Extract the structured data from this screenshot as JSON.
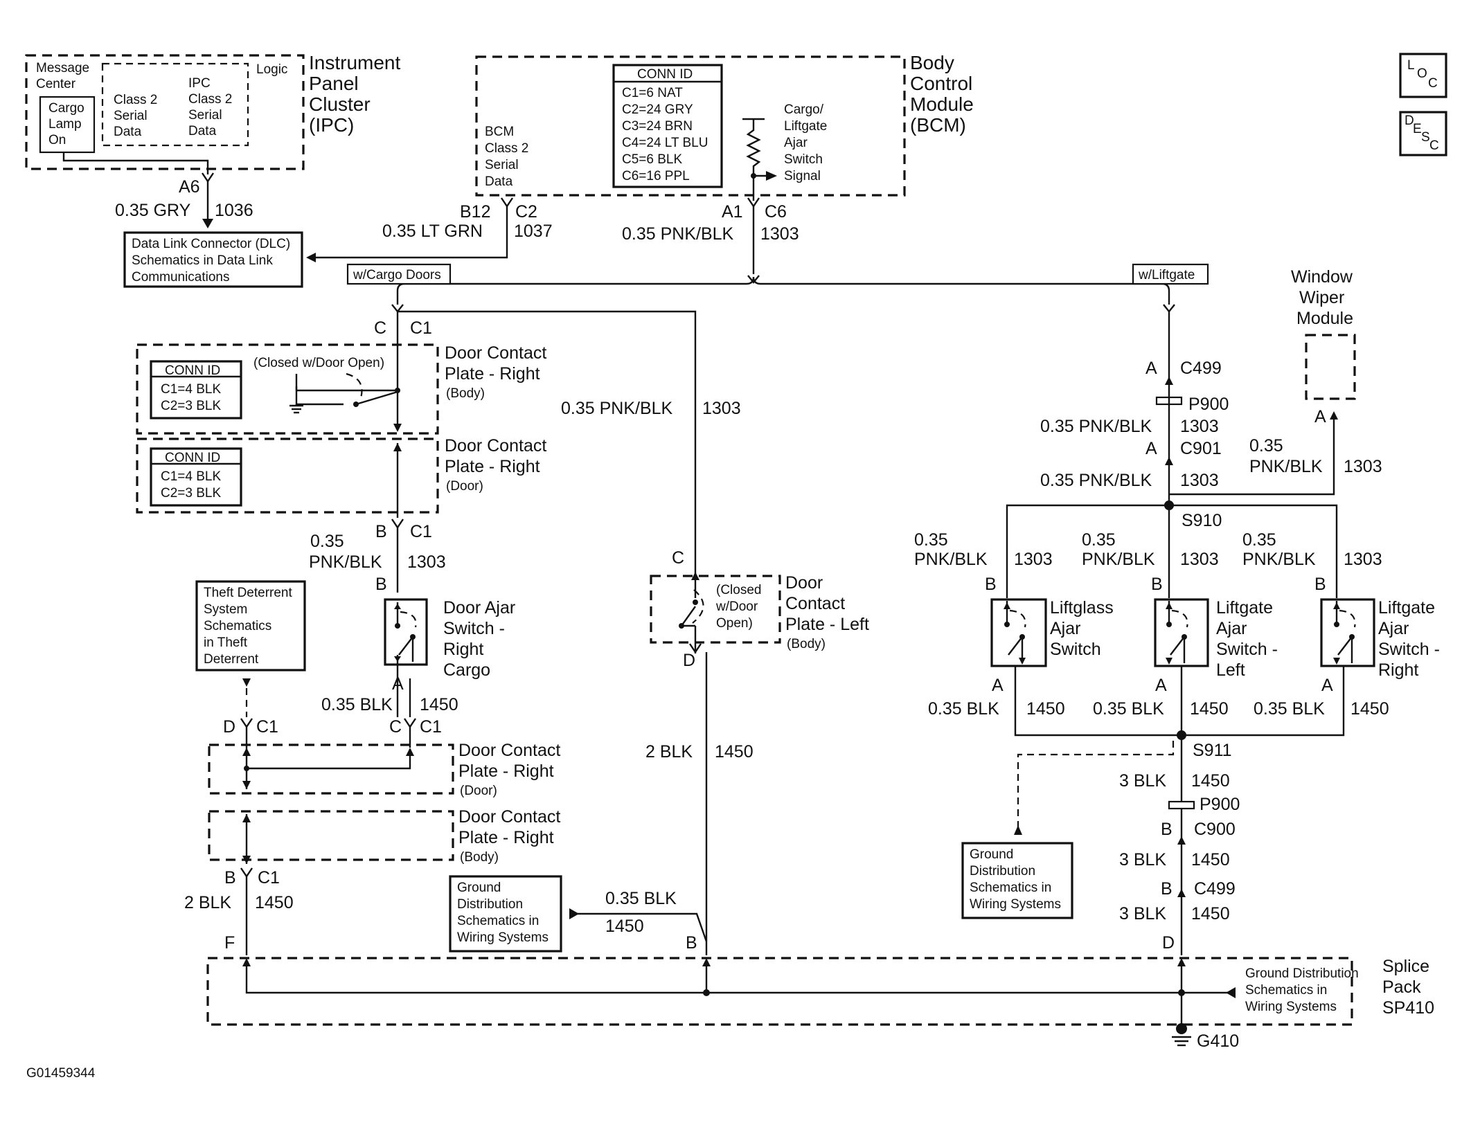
{
  "ipc": {
    "message_center_l1": "Message",
    "message_center_l2": "Center",
    "cargo_lamp_l1": "Cargo",
    "cargo_lamp_l2": "Lamp",
    "cargo_lamp_l3": "On",
    "logic": "Logic",
    "left_l1": "Class 2",
    "left_l2": "Serial",
    "left_l3": "Data",
    "right_l1": "IPC",
    "right_l2": "Class 2",
    "right_l3": "Serial",
    "right_l4": "Data",
    "title_l1": "Instrument",
    "title_l2": "Panel",
    "title_l3": "Cluster",
    "title_l4": "(IPC)"
  },
  "w_ipc": {
    "pin": "A6",
    "wire": "0.35 GRY",
    "circuit": "1036"
  },
  "dlc": {
    "l1": "Data Link Connector (DLC)",
    "l2": "Schematics in Data Link",
    "l3": "Communications"
  },
  "bcm": {
    "title_l1": "Body",
    "title_l2": "Control",
    "title_l3": "Module",
    "title_l4": "(BCM)",
    "serial_l1": "BCM",
    "serial_l2": "Class 2",
    "serial_l3": "Serial",
    "serial_l4": "Data",
    "conn_title": "CONN ID",
    "conn_rows": [
      "C1=6 NAT",
      "C2=24 GRY",
      "C3=24 BRN",
      "C4=24 LT BLU",
      "C5=6 BLK",
      "C6=16 PPL"
    ],
    "signal_l1": "Cargo/",
    "signal_l2": "Liftgate",
    "signal_l3": "Ajar",
    "signal_l4": "Switch",
    "signal_l5": "Signal"
  },
  "w_bcm_c2": {
    "pin": "B12",
    "conn": "C2",
    "wire": "0.35 LT GRN",
    "circuit": "1037"
  },
  "w_bcm_c6": {
    "pin": "A1",
    "conn": "C6",
    "wire": "0.35 PNK/BLK",
    "circuit": "1303"
  },
  "icons": {
    "loc_l": "L",
    "loc_o": "O",
    "loc_c": "C",
    "desc_d": "D",
    "desc_e": "E",
    "desc_s": "S",
    "desc_c": "C"
  },
  "options": {
    "cargo_doors": "w/Cargo Doors",
    "liftgate": "w/Liftgate"
  },
  "left": {
    "c_top_pin": "C",
    "c_top_conn": "C1",
    "dcp1_conn_title": "CONN ID",
    "dcp1_c1": "C1=4 BLK",
    "dcp1_c2": "C2=3 BLK",
    "dcp1_note": "(Closed w/Door Open)",
    "dcp1_l1": "Door Contact",
    "dcp1_l2": "Plate - Right",
    "dcp1_l3": "(Body)",
    "dcp2_conn_title": "CONN ID",
    "dcp2_c1": "C1=4 BLK",
    "dcp2_c2": "C2=3 BLK",
    "dcp2_l1": "Door Contact",
    "dcp2_l2": "Plate - Right",
    "dcp2_l3": "(Door)",
    "b_pin": "B",
    "b_conn": "C1",
    "wire_l1": "0.35",
    "wire_l2": "PNK/BLK",
    "circuit": "1303",
    "sw_pin_b": "B",
    "sw_l1": "Door Ajar",
    "sw_l2": "Switch -",
    "sw_l3": "Right",
    "sw_l4": "Cargo",
    "sw_pin_a": "A",
    "sw_wire": "0.35 BLK",
    "sw_circuit": "1450",
    "theft_l1": "Theft Deterrent",
    "theft_l2": "System",
    "theft_l3": "Schematics",
    "theft_l4": "in Theft",
    "theft_l5": "Deterrent",
    "d_pin": "D",
    "d_conn": "C1",
    "c_pin": "C",
    "c_conn": "C1",
    "dcp3_l1": "Door Contact",
    "dcp3_l2": "Plate - Right",
    "dcp3_l3": "(Door)",
    "dcp4_l1": "Door Contact",
    "dcp4_l2": "Plate - Right",
    "dcp4_l3": "(Body)",
    "bb_pin": "B",
    "bb_conn": "C1",
    "bb_wire": "2 BLK",
    "bb_circuit": "1450",
    "f_pin": "F",
    "gnd_l1": "Ground",
    "gnd_l2": "Distribution",
    "gnd_l3": "Schematics in",
    "gnd_l4": "Wiring Systems",
    "gnd_wire": "0.35 BLK",
    "gnd_circuit": "1450"
  },
  "middle": {
    "wire": "0.35 PNK/BLK",
    "circuit": "1303",
    "c_pin": "C",
    "note_l1": "(Closed",
    "note_l2": "w/Door",
    "note_l3": "Open)",
    "l1": "Door",
    "l2": "Contact",
    "l3": "Plate - Left",
    "l4": "(Body)",
    "d_pin": "D",
    "wire2": "2 BLK",
    "circuit2": "1450",
    "b_pin": "B"
  },
  "right": {
    "a_pin": "A",
    "c499": "C499",
    "p900": "P900",
    "w1": "0.35 PNK/BLK",
    "c1": "1303",
    "a_pin2": "A",
    "c901": "C901",
    "w2": "0.35 PNK/BLK",
    "c2": "1303",
    "wwm_l1": "Window",
    "wwm_l2": "Wiper",
    "wwm_l3": "Module",
    "wwm_pin": "A",
    "wwm_w_l1": "0.35",
    "wwm_w_l2": "PNK/BLK",
    "wwm_c": "1303",
    "s910": "S910",
    "br_w_l1": "0.35",
    "br_w_l2": "PNK/BLK",
    "br_c": "1303",
    "b_pin": "B",
    "a_pin_sw": "A",
    "sw1_l1": "Liftglass",
    "sw1_l2": "Ajar",
    "sw1_l3": "Switch",
    "sw2_l1": "Liftgate",
    "sw2_l2": "Ajar",
    "sw2_l3": "Switch -",
    "sw2_l4": "Left",
    "sw3_l1": "Liftgate",
    "sw3_l2": "Ajar",
    "sw3_l3": "Switch -",
    "sw3_l4": "Right",
    "blk_w": "0.35 BLK",
    "blk_c": "1450",
    "s911": "S911",
    "w3": "3 BLK",
    "c3": "1450",
    "p900b": "P900",
    "b_c900": "B",
    "c900": "C900",
    "w4": "3 BLK",
    "c4": "1450",
    "b_c499": "B",
    "c499b": "C499",
    "w5": "3 BLK",
    "c5": "1450",
    "d_pin": "D",
    "gnd_l1": "Ground",
    "gnd_l2": "Distribution",
    "gnd_l3": "Schematics in",
    "gnd_l4": "Wiring Systems"
  },
  "splice": {
    "gnd_l1": "Ground Distribution",
    "gnd_l2": "Schematics in",
    "gnd_l3": "Wiring Systems",
    "l1": "Splice",
    "l2": "Pack",
    "l3": "SP410",
    "g410": "G410"
  },
  "figure_id": "G01459344"
}
